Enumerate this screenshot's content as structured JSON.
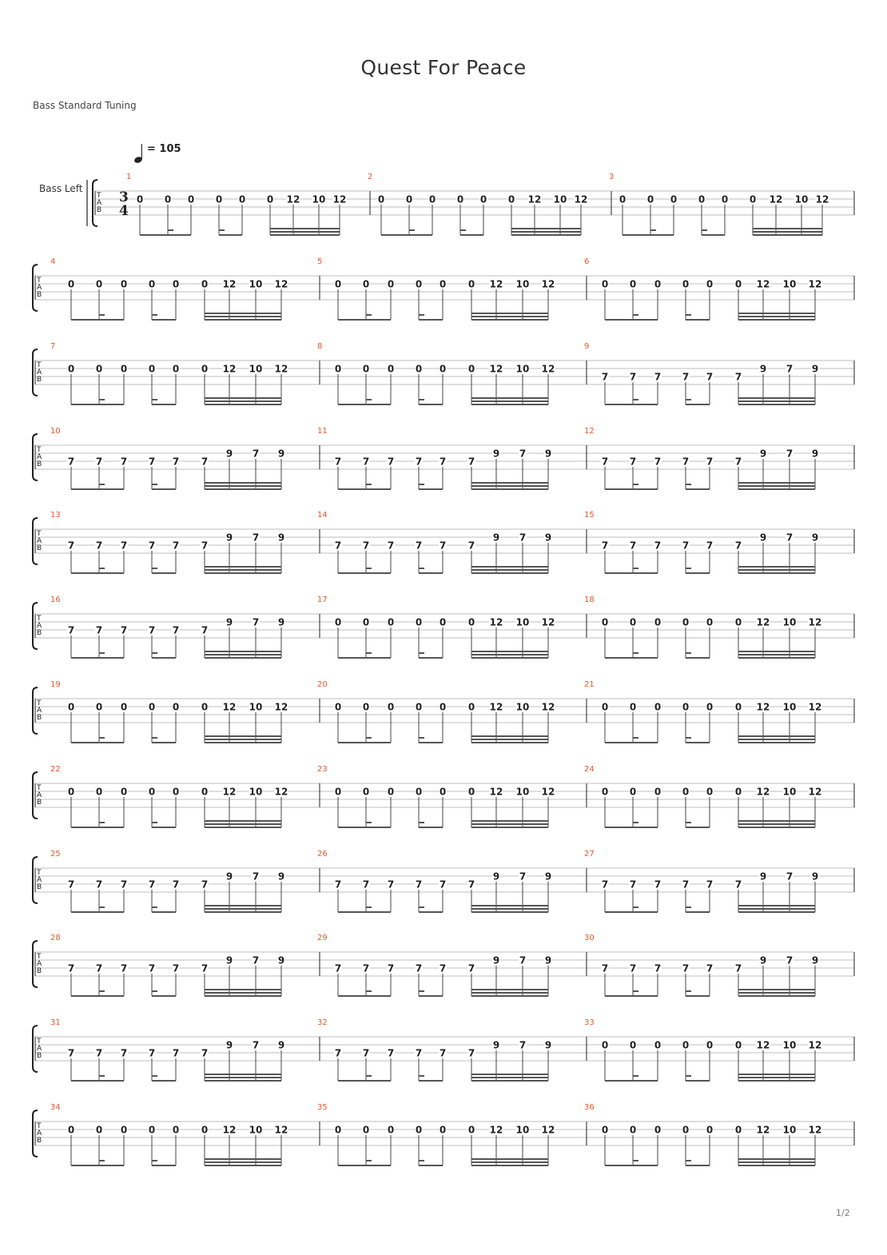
{
  "title": "Quest For Peace",
  "tuning": "Bass Standard Tuning",
  "tempo": "= 105",
  "track_name": "Bass Left",
  "time_signature": {
    "top": "3",
    "bottom": "4"
  },
  "tab_letters": [
    "T",
    "A",
    "B"
  ],
  "page_number": "1/2",
  "accent_color": "#e8562a",
  "patterns": {
    "A": [
      {
        "fret": "0",
        "string": 2
      },
      {
        "fret": "0",
        "string": 2
      },
      {
        "fret": "0",
        "string": 2
      },
      {
        "fret": "0",
        "string": 2
      },
      {
        "fret": "0",
        "string": 2
      },
      {
        "fret": "0",
        "string": 2
      },
      {
        "fret": "12",
        "string": 2
      },
      {
        "fret": "10",
        "string": 2
      },
      {
        "fret": "12",
        "string": 2
      }
    ],
    "B": [
      {
        "fret": "7",
        "string": 3
      },
      {
        "fret": "7",
        "string": 3
      },
      {
        "fret": "7",
        "string": 3
      },
      {
        "fret": "7",
        "string": 3
      },
      {
        "fret": "7",
        "string": 3
      },
      {
        "fret": "7",
        "string": 3
      },
      {
        "fret": "9",
        "string": 2
      },
      {
        "fret": "7",
        "string": 2
      },
      {
        "fret": "9",
        "string": 2
      }
    ]
  },
  "measures": [
    {
      "number": "1",
      "pattern": "A"
    },
    {
      "number": "2",
      "pattern": "A"
    },
    {
      "number": "3",
      "pattern": "A"
    },
    {
      "number": "4",
      "pattern": "A"
    },
    {
      "number": "5",
      "pattern": "A"
    },
    {
      "number": "6",
      "pattern": "A"
    },
    {
      "number": "7",
      "pattern": "A"
    },
    {
      "number": "8",
      "pattern": "A"
    },
    {
      "number": "9",
      "pattern": "B"
    },
    {
      "number": "10",
      "pattern": "B"
    },
    {
      "number": "11",
      "pattern": "B"
    },
    {
      "number": "12",
      "pattern": "B"
    },
    {
      "number": "13",
      "pattern": "B"
    },
    {
      "number": "14",
      "pattern": "B"
    },
    {
      "number": "15",
      "pattern": "B"
    },
    {
      "number": "16",
      "pattern": "B"
    },
    {
      "number": "17",
      "pattern": "A"
    },
    {
      "number": "18",
      "pattern": "A"
    },
    {
      "number": "19",
      "pattern": "A"
    },
    {
      "number": "20",
      "pattern": "A"
    },
    {
      "number": "21",
      "pattern": "A"
    },
    {
      "number": "22",
      "pattern": "A"
    },
    {
      "number": "23",
      "pattern": "A"
    },
    {
      "number": "24",
      "pattern": "A"
    },
    {
      "number": "25",
      "pattern": "B"
    },
    {
      "number": "26",
      "pattern": "B"
    },
    {
      "number": "27",
      "pattern": "B"
    },
    {
      "number": "28",
      "pattern": "B"
    },
    {
      "number": "29",
      "pattern": "B"
    },
    {
      "number": "30",
      "pattern": "B"
    },
    {
      "number": "31",
      "pattern": "B"
    },
    {
      "number": "32",
      "pattern": "B"
    },
    {
      "number": "33",
      "pattern": "A"
    },
    {
      "number": "34",
      "pattern": "A"
    },
    {
      "number": "35",
      "pattern": "A"
    },
    {
      "number": "36",
      "pattern": "A"
    }
  ]
}
